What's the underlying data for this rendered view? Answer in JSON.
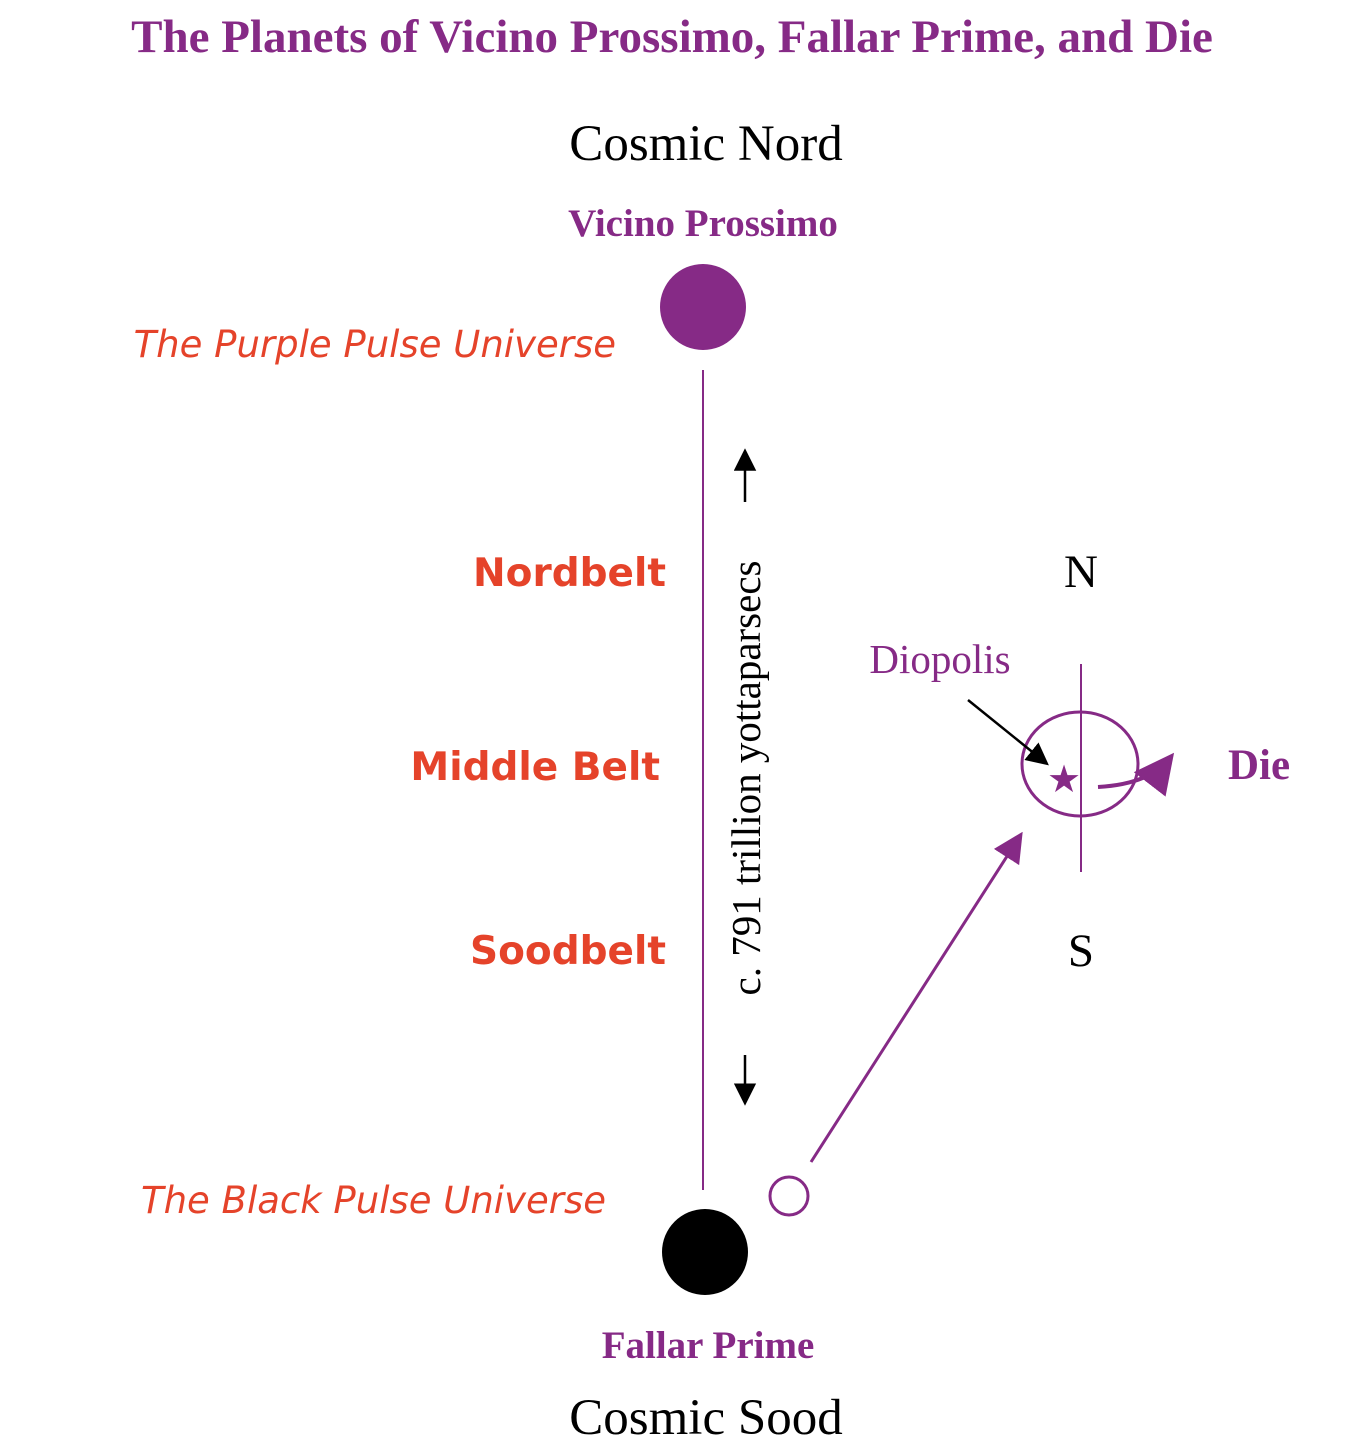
{
  "title": "The Planets of Vicino Prossimo, Fallar Prime, and Die",
  "compass": {
    "top": "Cosmic Nord",
    "bottom": "Cosmic Sood"
  },
  "planets": {
    "top": {
      "name": "Vicino Prossimo",
      "universe": "The Purple Pulse Universe"
    },
    "bottom": {
      "name": "Fallar Prime",
      "universe": "The Black Pulse Universe"
    },
    "die": {
      "name": "Die",
      "city": "Diopolis",
      "north": "N",
      "south": "S"
    }
  },
  "belts": [
    "Nordbelt",
    "Middle Belt",
    "Soodbelt"
  ],
  "distance_label": "c. 791 trillion yottaparsecs",
  "colors": {
    "purple": "#862a86",
    "orange_red": "#e5432a",
    "black": "#000000"
  }
}
